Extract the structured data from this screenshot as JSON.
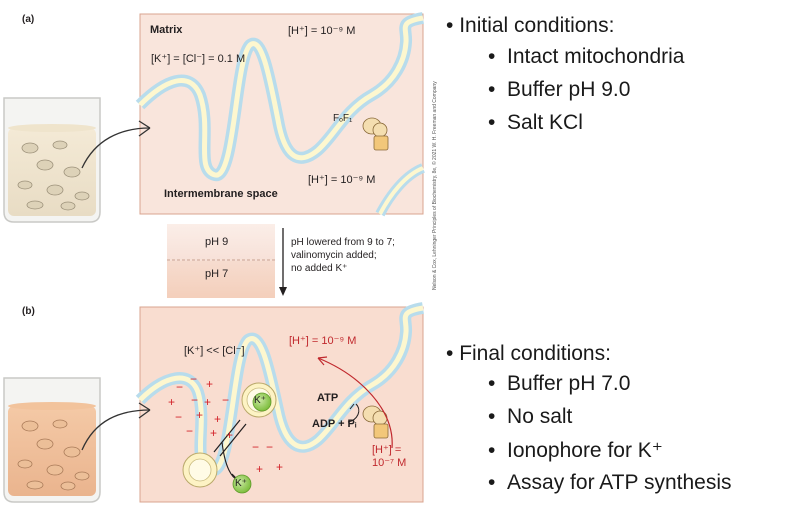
{
  "panel_a": {
    "label": "(a)",
    "matrix": "Matrix",
    "h_matrix": "[H⁺] = 10⁻⁹ M",
    "k_cl": "[K⁺] = [Cl⁻] = 0.1 M",
    "fof1": "FₒF₁",
    "h_ims": "[H⁺] = 10⁻⁹ M",
    "intermembrane": "Intermembrane space"
  },
  "transition": {
    "ph_top": "pH 9",
    "ph_bottom": "pH 7",
    "note_line1": "pH lowered from 9 to 7;",
    "note_line2": "valinomycin added;",
    "note_line3": "no added K⁺"
  },
  "panel_b": {
    "label": "(b)",
    "k_cl": "[K⁺] << [Cl⁻]",
    "h_matrix": "[H⁺] = 10⁻⁹ M",
    "k_plus": "K⁺",
    "k_plus2": "K⁺",
    "atp": "ATP",
    "adp": "ADP + Pᵢ",
    "h_ims_line1": "[H⁺] =",
    "h_ims_line2": "10⁻⁷ M",
    "minus": "−",
    "plus": "+"
  },
  "credit": "Nelson & Cox, Lehninger Principles of Biochemistry, 8e, © 2021 W. H. Freeman and Company",
  "initial": {
    "header": "Initial conditions:",
    "items": [
      "Intact mitochondria",
      "Buffer pH 9.0",
      "Salt KCl"
    ]
  },
  "final": {
    "header": "Final conditions:",
    "items": [
      "Buffer pH 7.0",
      "No salt",
      "Ionophore for K⁺",
      "Assay for ATP synthesis"
    ]
  },
  "colors": {
    "panel_a_bg": "#f7e3da",
    "panel_b_bg": "#f8d9ca",
    "membrane_blue": "#bfe0ee",
    "membrane_yellow": "#fdf6c7",
    "red": "#d2232a",
    "k_green": "#8cc63f"
  }
}
